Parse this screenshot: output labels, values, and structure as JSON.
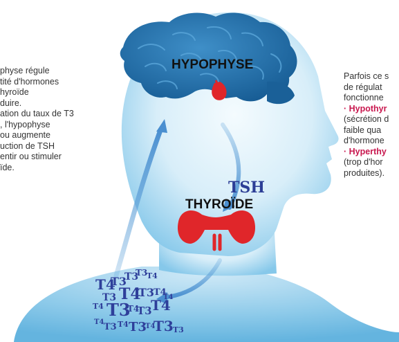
{
  "left_text": {
    "lines": [
      "physe régule",
      "tité d'hormones",
      "hyroïde",
      "duire.",
      "ation du taux de T3",
      ", l'hypophyse",
      "ou augmente",
      "uction de TSH",
      "entir ou stimuler",
      "ïde."
    ]
  },
  "right_text": {
    "lines": [
      {
        "text": "Parfois ce s",
        "highlight": false
      },
      {
        "text": "de régulat",
        "highlight": false
      },
      {
        "text": "fonctionne",
        "highlight": false
      },
      {
        "text": "· Hypothyr",
        "highlight": true
      },
      {
        "text": "(sécrétion d",
        "highlight": false
      },
      {
        "text": "faible qua",
        "highlight": false
      },
      {
        "text": "d'hormone",
        "highlight": false
      },
      {
        "text": "· Hyperthy",
        "highlight": true
      },
      {
        "text": "(trop d'hor",
        "highlight": false
      },
      {
        "text": "produites).",
        "highlight": false
      }
    ]
  },
  "labels": {
    "hypophyse": "HYPOPHYSE",
    "tsh": "TSH",
    "thyroide": "THYROÏDE"
  },
  "hormone_cluster": {
    "t3": "T3",
    "t4": "T4"
  },
  "colors": {
    "highlight": "#c8174e",
    "silhouette_light": "#e6f4fb",
    "silhouette_dark": "#7cc3e6",
    "brain": "#1f6fa8",
    "gland": "#e0262a",
    "hormone_text": "#2e3f9a"
  }
}
